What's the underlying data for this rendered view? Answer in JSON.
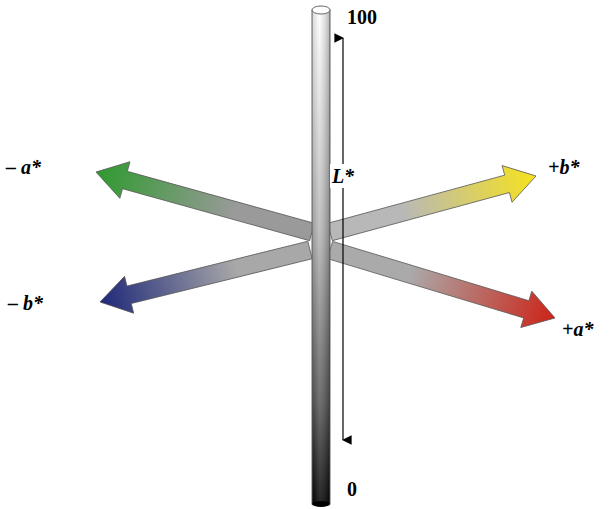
{
  "diagram": {
    "labels": [
      "100",
      "L*",
      "– a*",
      "+b*",
      "– b*",
      "+a*",
      "0"
    ]
  }
}
